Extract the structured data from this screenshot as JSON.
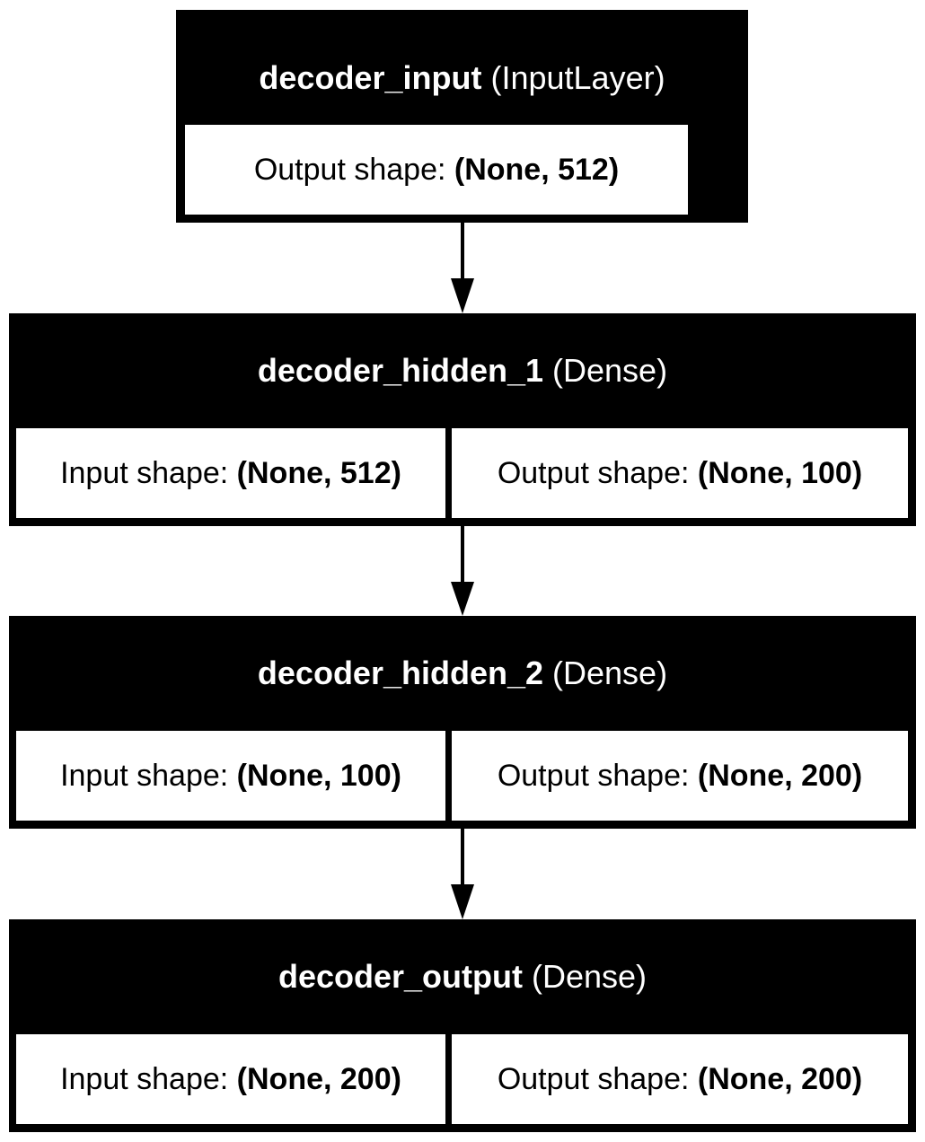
{
  "layers": [
    {
      "name": "decoder_input",
      "type": "(InputLayer)",
      "output_label": "Output shape: ",
      "output_shape": "(None, 512)"
    },
    {
      "name": "decoder_hidden_1",
      "type": "(Dense)",
      "input_label": "Input shape: ",
      "input_shape": "(None, 512)",
      "output_label": "Output shape: ",
      "output_shape": "(None, 100)"
    },
    {
      "name": "decoder_hidden_2",
      "type": "(Dense)",
      "input_label": "Input shape: ",
      "input_shape": "(None, 100)",
      "output_label": "Output shape: ",
      "output_shape": "(None, 200)"
    },
    {
      "name": "decoder_output",
      "type": "(Dense)",
      "input_label": "Input shape: ",
      "input_shape": "(None, 200)",
      "output_label": "Output shape: ",
      "output_shape": "(None, 200)"
    }
  ],
  "colors": {
    "box": "#000000",
    "cell": "#ffffff",
    "edge": "#000000"
  }
}
